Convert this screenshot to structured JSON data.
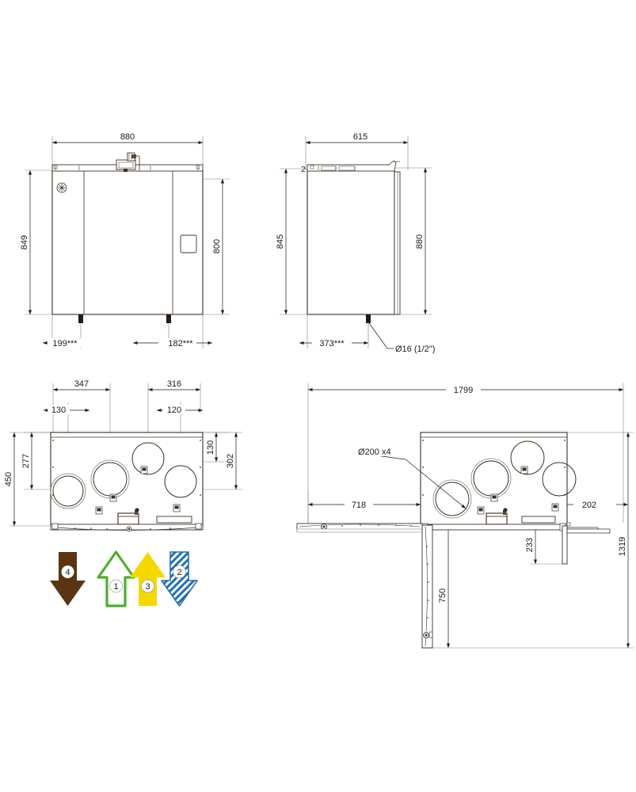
{
  "drawing": {
    "title": "Ventilation unit dimensional drawing",
    "units": "mm",
    "line_color": "#3a3027",
    "dim_color": "#1a1a1a",
    "thin_color": "#8a8076",
    "fill_color": "#ffffff"
  },
  "views": {
    "front": {
      "name": "front-elevation",
      "dims": {
        "width_total": "880",
        "height_total": "849",
        "height_body": "800",
        "foot_left": "199***",
        "foot_right": "182***"
      }
    },
    "side": {
      "name": "side-elevation",
      "dims": {
        "depth": "615",
        "height_total": "845",
        "height_body": "880",
        "drain_offset": "373***",
        "drain_note": "Ø16 (1/2\")"
      }
    },
    "top": {
      "name": "top-plan",
      "dims": {
        "d_347": "347",
        "d_316": "316",
        "d_130_left": "130",
        "d_120": "120",
        "d_450": "450",
        "d_277": "277",
        "d_130_right": "130",
        "d_302": "302"
      }
    },
    "service": {
      "name": "service-clearance-plan",
      "dims": {
        "total_width": "1799",
        "left_clearance": "718",
        "right_clearance": "202",
        "door_depth": "750",
        "panel_depth": "233",
        "total_depth": "1319",
        "port_note": "Ø200 x4"
      }
    }
  },
  "legend": {
    "name": "airflow-legend",
    "arrows": [
      {
        "id": "4",
        "label": "4",
        "color": "#5b3412",
        "direction": "down",
        "style": "solid"
      },
      {
        "id": "1",
        "label": "1",
        "color": "#4caf2e",
        "direction": "up",
        "style": "outline"
      },
      {
        "id": "3",
        "label": "3",
        "color": "#f5d800",
        "direction": "up",
        "style": "solid"
      },
      {
        "id": "2",
        "label": "2",
        "color": "#1f6fb2",
        "direction": "down",
        "style": "hatched"
      }
    ]
  }
}
